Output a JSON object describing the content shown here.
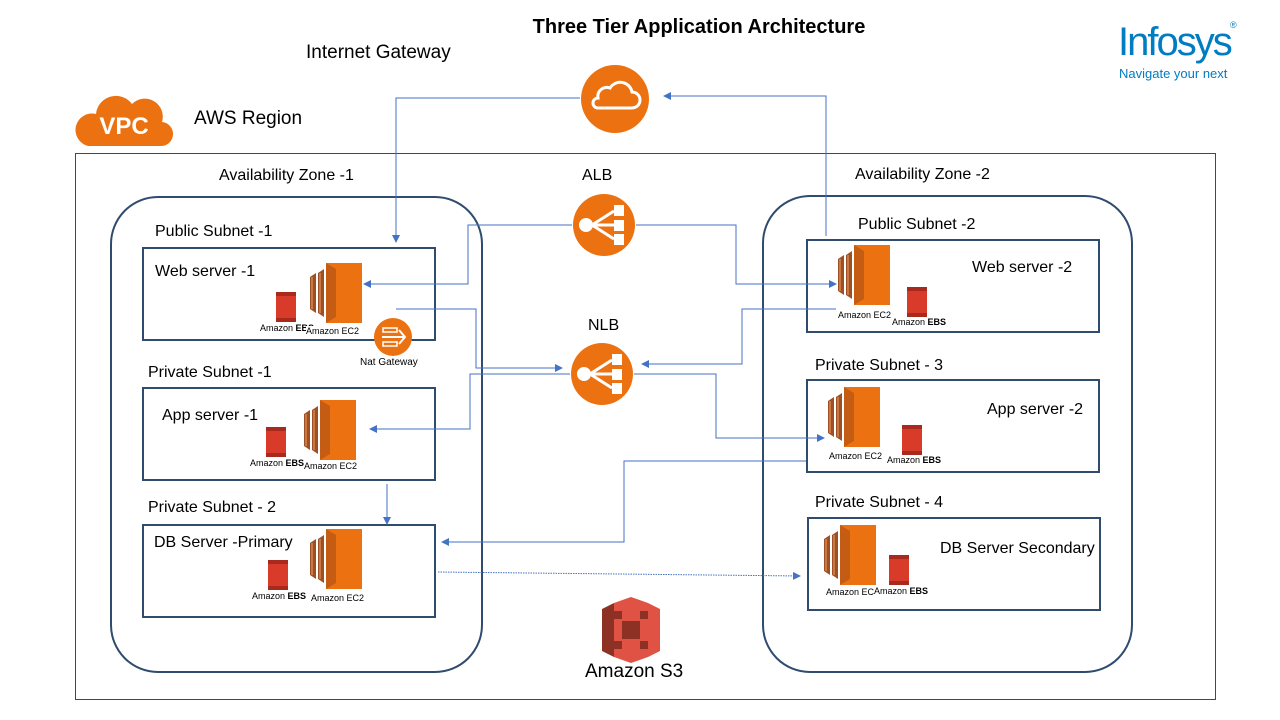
{
  "title": "Three Tier Application Architecture",
  "brand": {
    "name": "Infosys",
    "tagline": "Navigate your next",
    "color": "#007cc3"
  },
  "internet_gateway": {
    "label": "Internet Gateway"
  },
  "vpc": {
    "badge": "VPC",
    "region_label": "AWS Region"
  },
  "load_balancers": {
    "alb": "ALB",
    "nlb": "NLB"
  },
  "zone1": {
    "label": "Availability Zone -1",
    "public_subnet": {
      "label": "Public Subnet -1",
      "server": "Web server -1",
      "ebs": "Amazon EBS",
      "ec2": "Amazon EC2",
      "nat": "Nat Gateway"
    },
    "private_subnet_1": {
      "label": "Private Subnet -1",
      "server": "App server -1",
      "ebs": "Amazon EBS",
      "ec2": "Amazon EC2"
    },
    "private_subnet_2": {
      "label": "Private Subnet - 2",
      "server": "DB Server -Primary",
      "ebs": "Amazon EBS",
      "ec2": "Amazon EC2"
    }
  },
  "zone2": {
    "label": "Availability Zone -2",
    "public_subnet": {
      "label": "Public Subnet -2",
      "server": "Web server -2",
      "ec2": "Amazon EC2",
      "ebs": "Amazon EBS"
    },
    "private_subnet_3": {
      "label": "Private Subnet - 3",
      "server": "App server -2",
      "ec2": "Amazon EC2",
      "ebs": "Amazon EBS"
    },
    "private_subnet_4": {
      "label": "Private Subnet - 4",
      "server": "DB Server Secondary",
      "ec2": "Amazon EC",
      "ebs": "Amazon EBS"
    }
  },
  "storage": {
    "s3": "Amazon S3"
  },
  "colors": {
    "aws_orange": "#ec7211",
    "ebs_red": "#d93b2b",
    "line_blue": "#4472c4",
    "border_navy": "#2f4b6e"
  }
}
